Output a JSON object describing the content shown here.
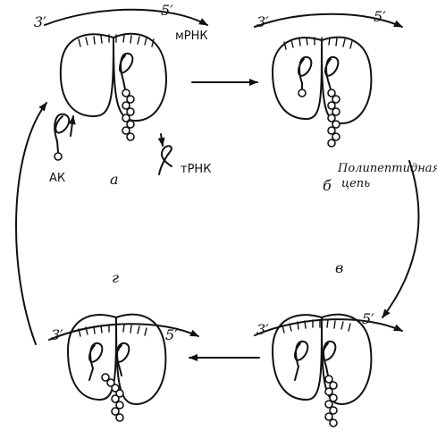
{
  "prime_labels": {
    "three_prime": "3′",
    "five_prime": "5′"
  },
  "labels": {
    "mrna": "мРНК",
    "trna": "тРНК",
    "amino_acid": "АК",
    "polypeptide_line1": "Полипептидная",
    "polypeptide_line2": "цепь"
  },
  "stages": {
    "a": "а",
    "b": "б",
    "v": "в",
    "g": "г"
  }
}
